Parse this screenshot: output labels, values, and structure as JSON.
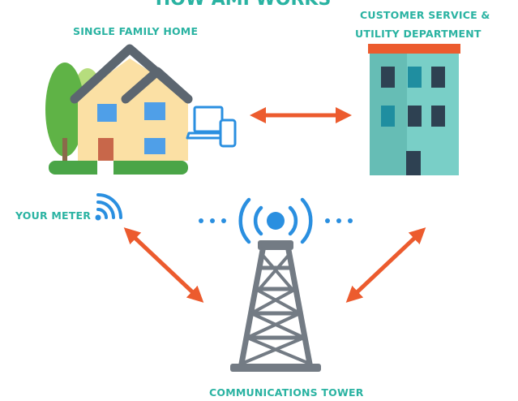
{
  "title": "HOW AMI WORKS",
  "labels": {
    "home": "SINGLE FAMILY HOME",
    "utility_line1": "CUSTOMER SERVICE &",
    "utility_line2": "UTILITY DEPARTMENT",
    "meter": "YOUR METER",
    "tower": "COMMUNICATIONS TOWER"
  },
  "colors": {
    "accent_teal": "#2ab3a2",
    "arrow": "#ec5b2e",
    "signal_blue": "#2a8fe0",
    "tower_gray": "#737b84",
    "building": "#79cfc7",
    "roof": "#5c6670",
    "house_wall": "#fbe0a4",
    "grass": "#4aa547"
  },
  "icons": [
    "house-icon",
    "devices-icon",
    "building-icon",
    "meter-signal-icon",
    "tower-icon",
    "double-arrow-icon"
  ]
}
